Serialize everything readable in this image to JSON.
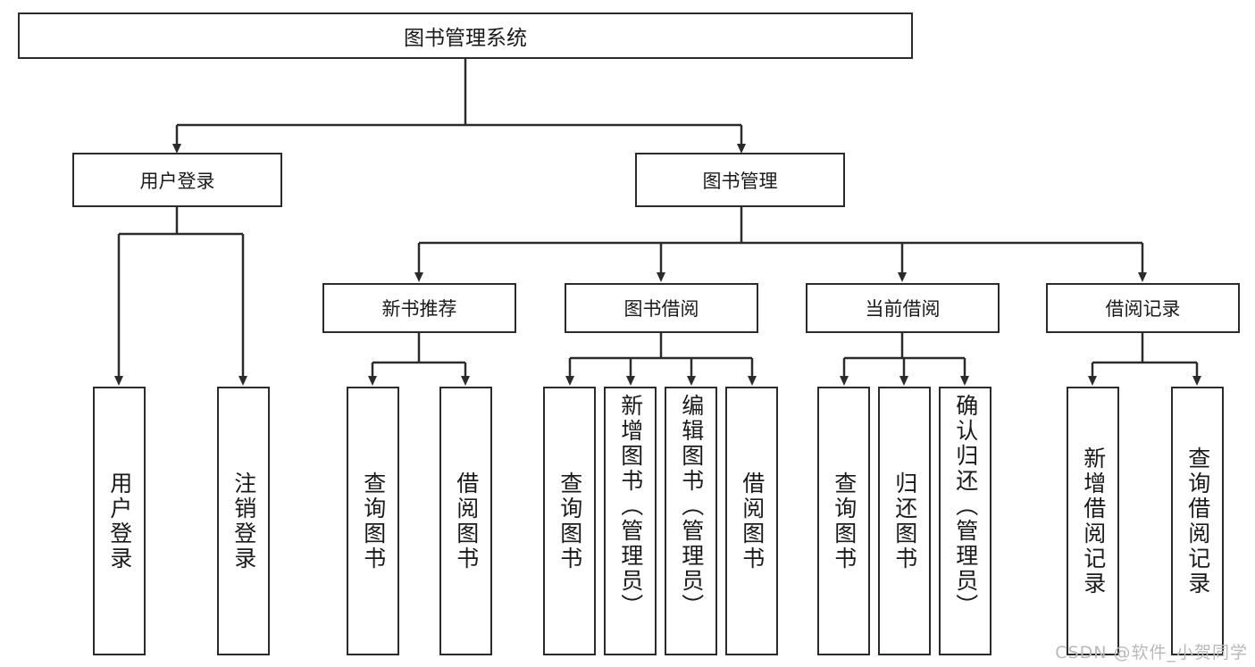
{
  "diagram": {
    "title": "图书管理系统",
    "type": "hierarchy-tree",
    "watermark": "CSDN @软件_小贺同学",
    "colors": {
      "stroke": "#2b2b2b",
      "fill": "#ffffff",
      "text": "#1a1a1a",
      "watermark": "#b9b9b9"
    }
  },
  "nodes": {
    "root": {
      "label": "图书管理系统"
    },
    "level2": [
      {
        "id": "user-login",
        "label": "用户登录"
      },
      {
        "id": "book-manage",
        "label": "图书管理"
      }
    ],
    "level3": [
      {
        "id": "new-book-recommend",
        "label": "新书推荐"
      },
      {
        "id": "book-borrow",
        "label": "图书借阅"
      },
      {
        "id": "current-borrow",
        "label": "当前借阅"
      },
      {
        "id": "borrow-record",
        "label": "借阅记录"
      }
    ],
    "leaves": [
      {
        "id": "leaf-user-login",
        "label": "用户登录",
        "group": "user-login",
        "align": "center"
      },
      {
        "id": "leaf-user-logout",
        "label": "注销登录",
        "group": "user-login",
        "align": "center"
      },
      {
        "id": "leaf-query-book-1",
        "label": "查询图书",
        "group": "new-book-recommend",
        "align": "center"
      },
      {
        "id": "leaf-borrow-book-1",
        "label": "借阅图书",
        "group": "new-book-recommend",
        "align": "center"
      },
      {
        "id": "leaf-query-book-2",
        "label": "查询图书",
        "group": "book-borrow",
        "align": "center"
      },
      {
        "id": "leaf-add-book",
        "label": "新增图书（管理员）",
        "group": "book-borrow",
        "align": "top"
      },
      {
        "id": "leaf-edit-book",
        "label": "编辑图书（管理员）",
        "group": "book-borrow",
        "align": "top"
      },
      {
        "id": "leaf-borrow-book-2",
        "label": "借阅图书",
        "group": "book-borrow",
        "align": "center"
      },
      {
        "id": "leaf-query-book-3",
        "label": "查询图书",
        "group": "current-borrow",
        "align": "center"
      },
      {
        "id": "leaf-return-book",
        "label": "归还图书",
        "group": "current-borrow",
        "align": "center"
      },
      {
        "id": "leaf-confirm-return",
        "label": "确认归还（管理员）",
        "group": "current-borrow",
        "align": "top"
      },
      {
        "id": "leaf-add-record",
        "label": "新增借阅记录",
        "group": "borrow-record",
        "align": "center"
      },
      {
        "id": "leaf-query-record",
        "label": "查询借阅记录",
        "group": "borrow-record",
        "align": "center"
      }
    ]
  }
}
